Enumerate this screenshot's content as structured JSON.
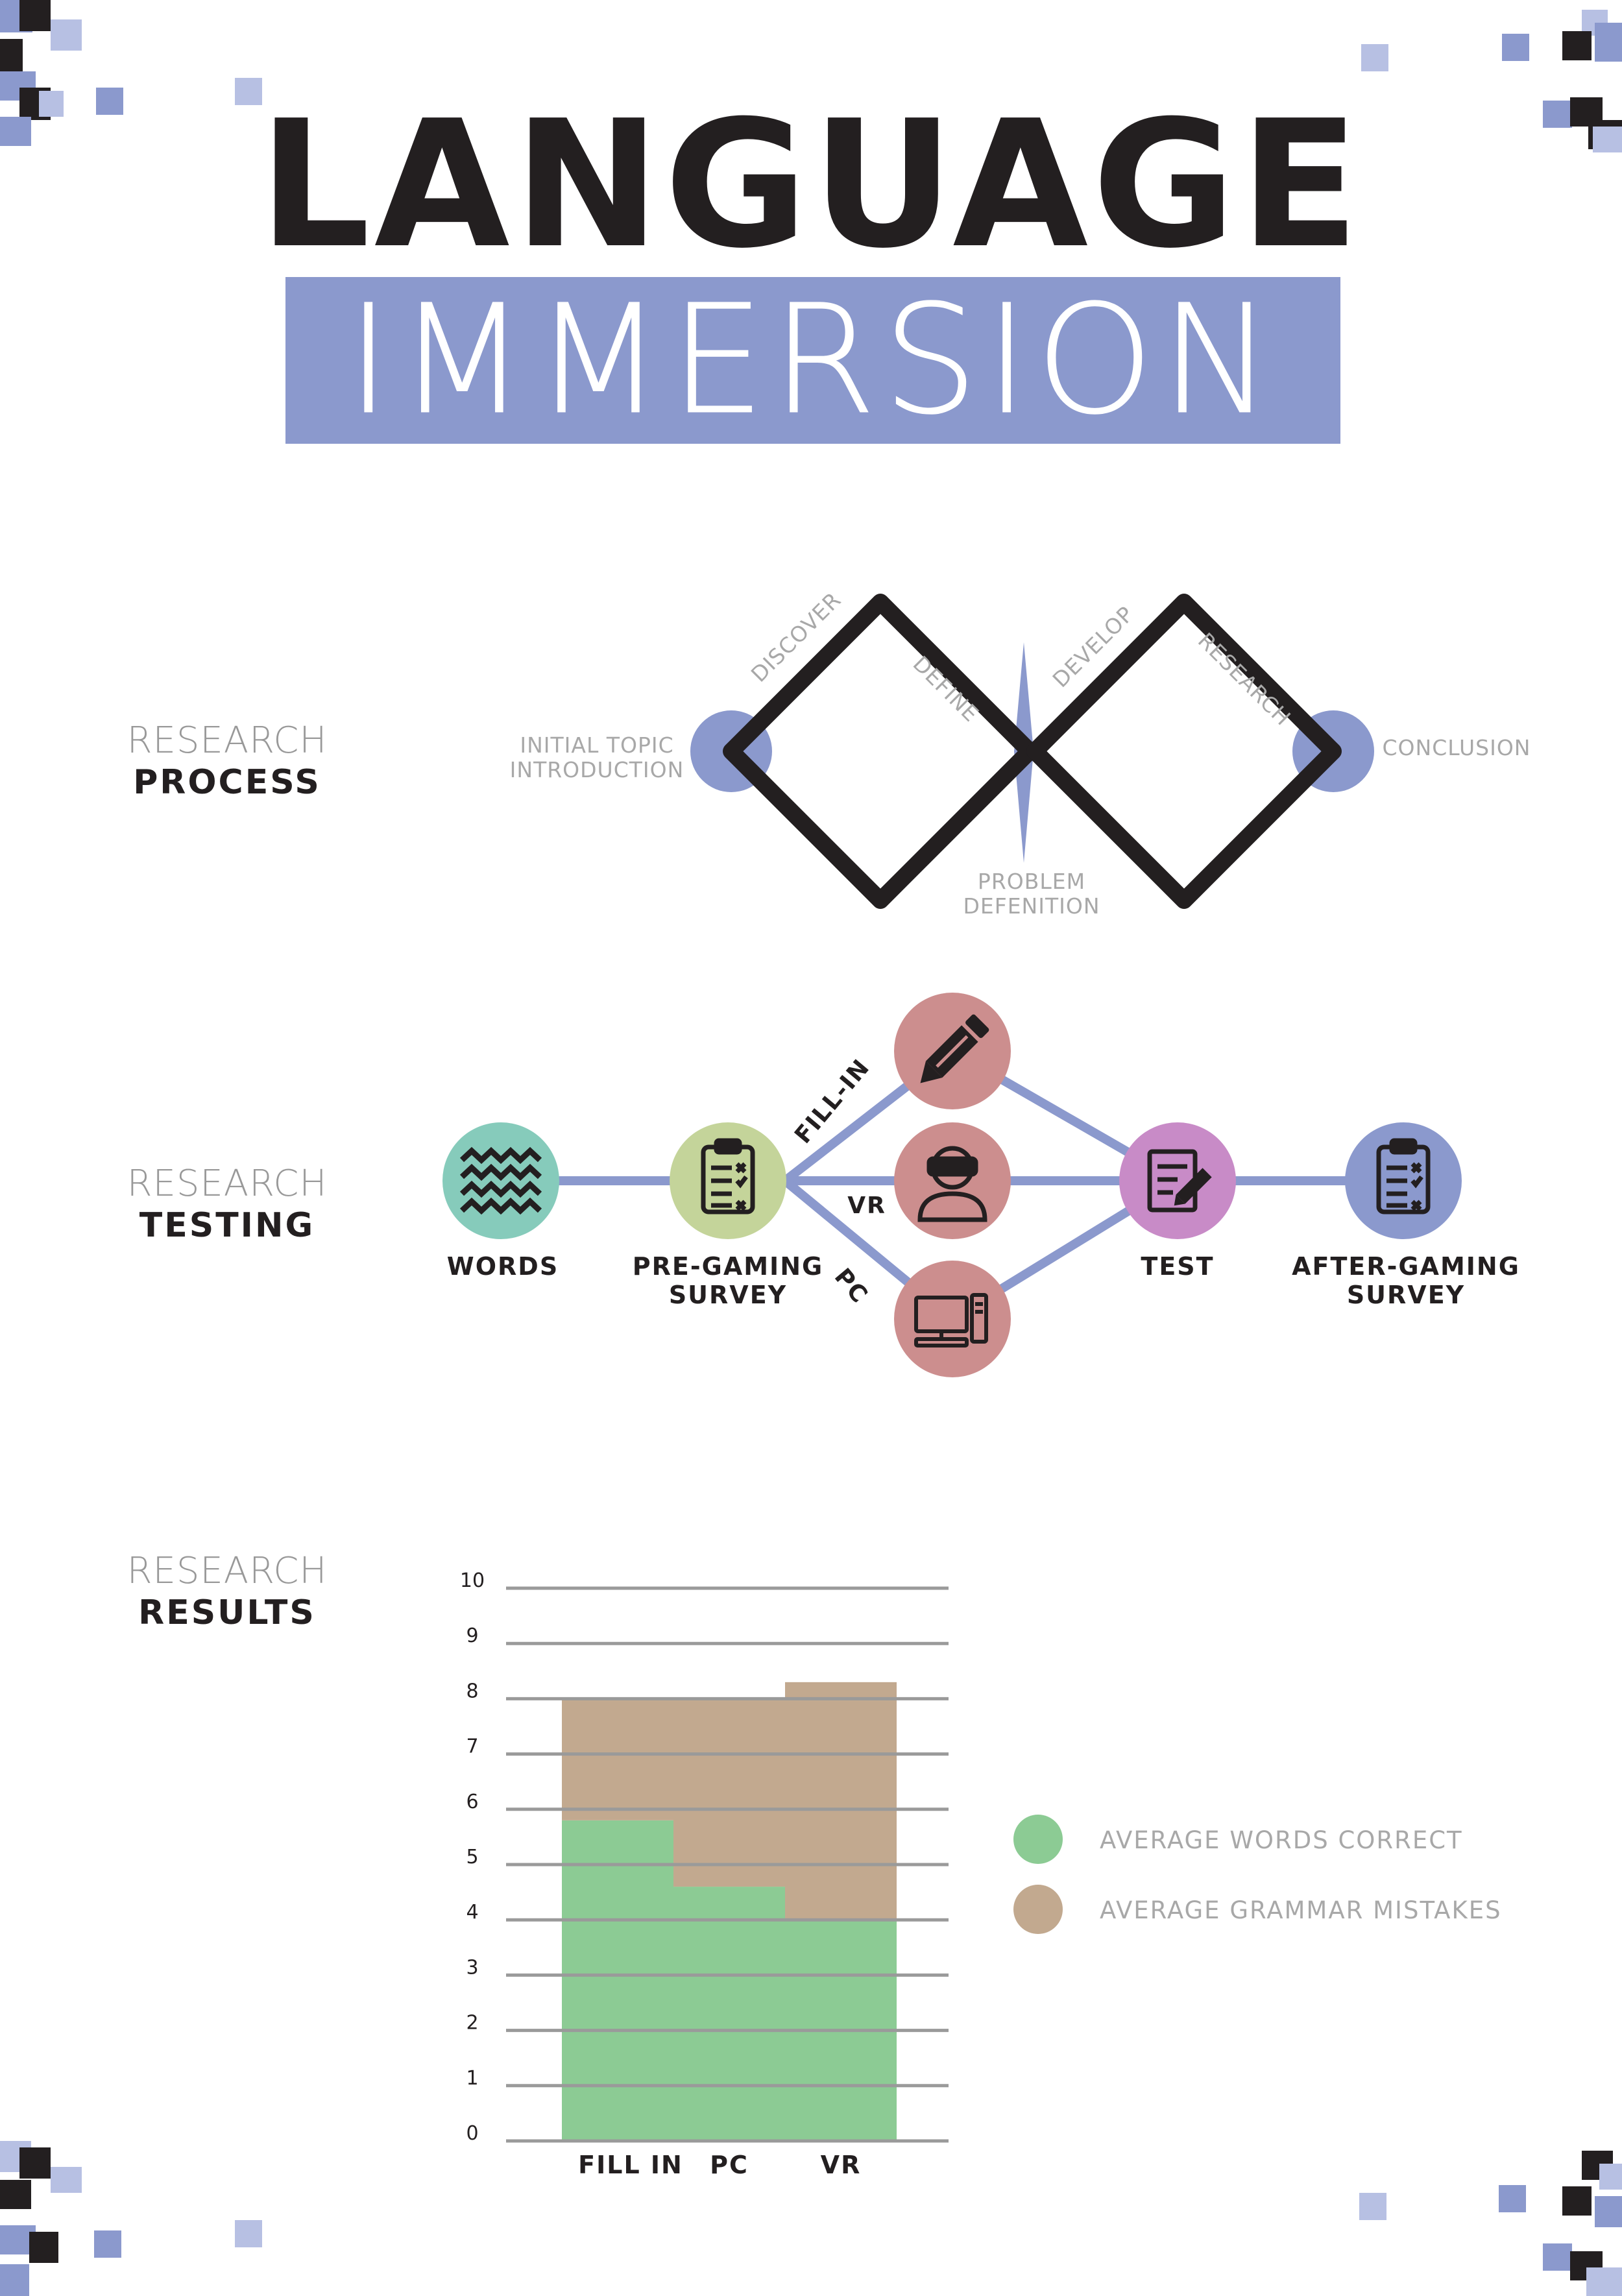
{
  "title": {
    "main": "LANGUAGE",
    "sub": "IMMERSION"
  },
  "colors": {
    "accent": "#8b99cd",
    "dark": "#231f20",
    "teal": "#86cbbb",
    "olive": "#c4d49a",
    "rose": "#cc8e8e",
    "violet": "#c88bc7",
    "green": "#8ccb94",
    "tan": "#c2a98f"
  },
  "process": {
    "label_thin": "RESEARCH",
    "label_bold": "PROCESS",
    "start": "INITIAL TOPIC",
    "start2": "INTRODUCTION",
    "discover": "DISCOVER",
    "define": "DEFINE",
    "develop": "DEVELOP",
    "research": "RESEARCH",
    "middle": "PROBLEM",
    "middle2": "DEFENITION",
    "end": "CONCLUSION"
  },
  "testing": {
    "label_thin": "RESEARCH",
    "label_bold": "TESTING",
    "nodes": {
      "words": {
        "label": "WORDS",
        "icon": "waves-icon"
      },
      "pre_survey": {
        "label": "PRE-GAMING",
        "label2": "SURVEY",
        "icon": "clipboard-checklist-icon"
      },
      "fill_in": {
        "icon": "pencil-icon"
      },
      "vr": {
        "icon": "vr-headset-person-icon"
      },
      "pc": {
        "icon": "desktop-computer-icon"
      },
      "test": {
        "label": "TEST",
        "icon": "document-pencil-icon"
      },
      "after_survey": {
        "label": "AFTER-GAMING",
        "label2": "SURVEY",
        "icon": "clipboard-checklist-icon"
      }
    },
    "branches": {
      "fill_in": "FILL-IN",
      "vr": "VR",
      "pc": "PC"
    }
  },
  "results": {
    "label_thin": "RESEARCH",
    "label_bold": "RESULTS"
  },
  "chart_data": {
    "type": "bar",
    "stacked": true,
    "categories": [
      "FILL IN",
      "PC",
      "VR"
    ],
    "series": [
      {
        "name": "AVERAGE WORDS CORRECT",
        "values": [
          5.8,
          4.6,
          4.0
        ],
        "color": "#8ccb94"
      },
      {
        "name": "AVERAGE GRAMMAR MISTAKES",
        "values": [
          2.2,
          3.4,
          4.3
        ],
        "color": "#c2a98f"
      }
    ],
    "yticks": [
      0,
      1,
      2,
      3,
      4,
      5,
      6,
      7,
      8,
      9,
      10
    ],
    "ylim": [
      0,
      10
    ],
    "grid": true,
    "legend_position": "right"
  }
}
